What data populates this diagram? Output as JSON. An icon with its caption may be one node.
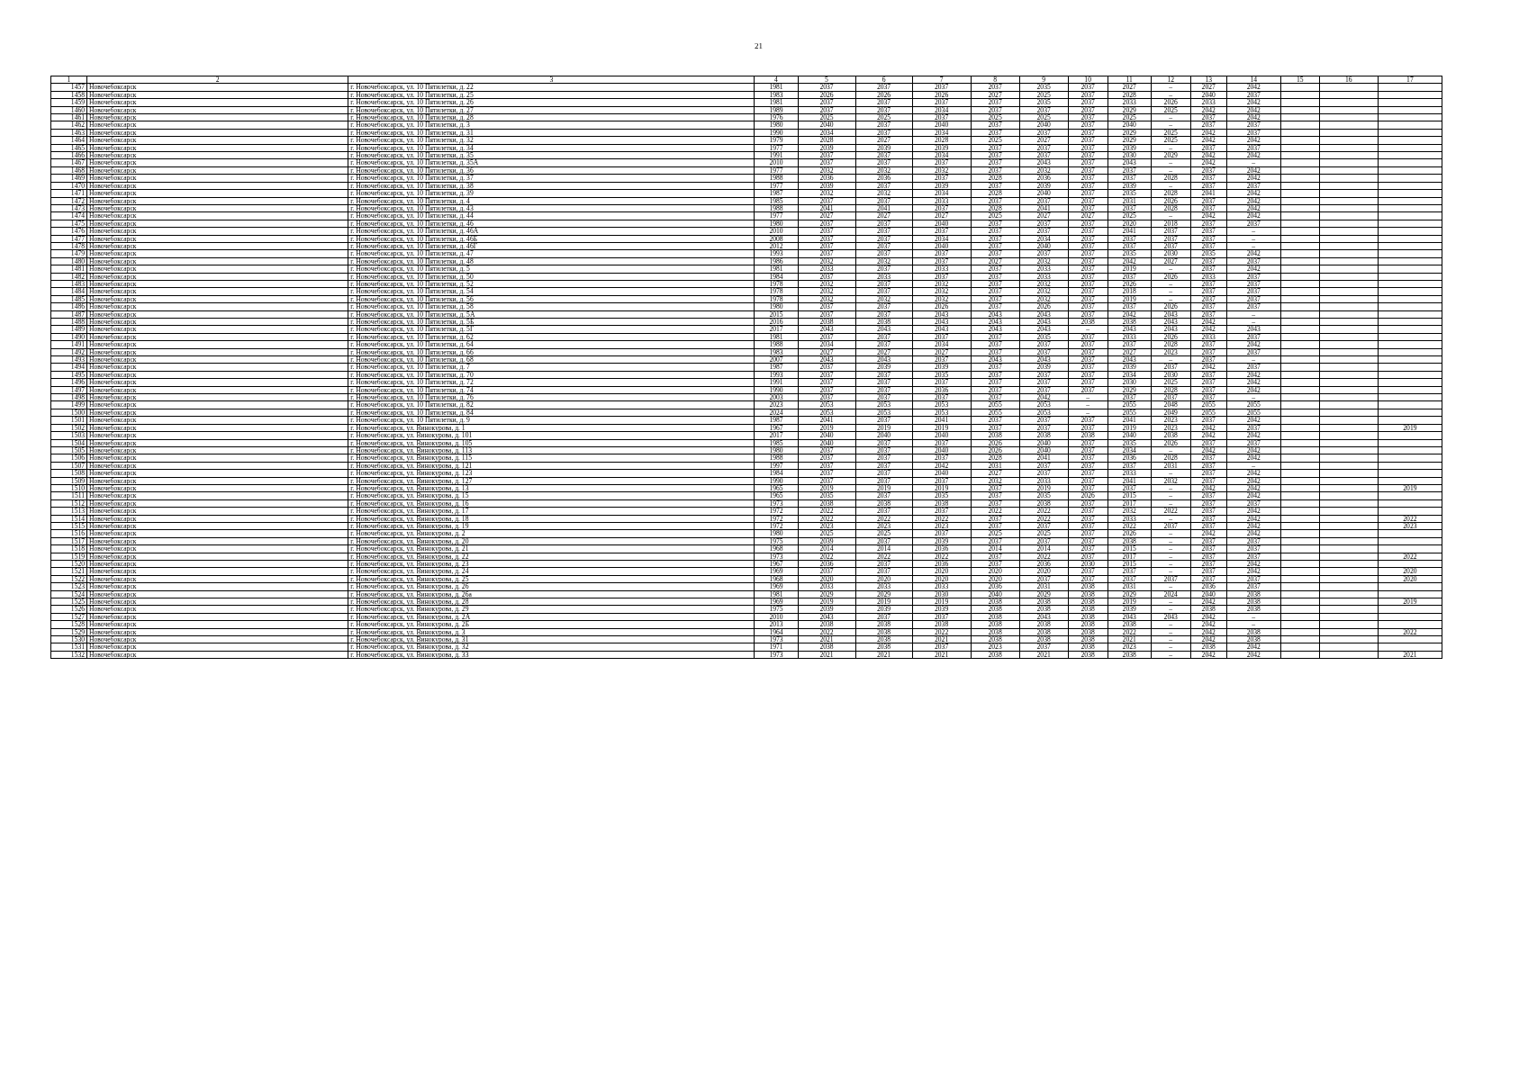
{
  "diagram": {
    "labels": [
      "21",
      "1",
      "2",
      "3",
      "4",
      "5",
      "6",
      "7",
      "8",
      "9",
      "10",
      "11",
      "12",
      "13",
      "14",
      "15",
      "16",
      "17",
      "1457",
      "Новочебоксарск",
      "г. Новочебоксарск, ул. 10 Пятилетки, д. 22",
      "1981",
      "2037",
      "2037",
      "2037",
      "2037",
      "2035",
      "2037",
      "2027",
      "–",
      "2027",
      "2042",
      "1458",
      "Новочебоксарск",
      "г. Новочебоксарск, ул. 10 Пятилетки, д. 25",
      "1983",
      "2026",
      "2026",
      "2026",
      "2027",
      "2025",
      "2037",
      "2028",
      "–",
      "2040",
      "2037",
      "1459",
      "Новочебоксарск",
      "г. Новочебоксарск, ул. 10 Пятилетки, д. 26",
      "1981",
      "2037",
      "2037",
      "2037",
      "2037",
      "2035",
      "2037",
      "2033",
      "2026",
      "2033",
      "2042",
      "1460",
      "Новочебоксарск",
      "г. Новочебоксарск, ул. 10 Пятилетки, д. 27",
      "1989",
      "2037",
      "2037",
      "2034",
      "2037",
      "2037",
      "2037",
      "2029",
      "2025",
      "2042",
      "2042",
      "1461",
      "Новочебоксарск",
      "г. Новочебоксарск, ул. 10 Пятилетки, д. 28",
      "1976",
      "2025",
      "2025",
      "2037",
      "2025",
      "2025",
      "2037",
      "2025",
      "–",
      "2037",
      "2042",
      "1462",
      "Новочебоксарск",
      "г. Новочебоксарск, ул. 10 Пятилетки, д. 3",
      "1980",
      "2040",
      "2037",
      "2040",
      "2037",
      "2040",
      "2037",
      "2040",
      "–",
      "2037",
      "2037",
      "1463",
      "Новочебоксарск",
      "г. Новочебоксарск, ул. 10 Пятилетки, д. 31",
      "1990",
      "2034",
      "2037",
      "2034",
      "2037",
      "2037",
      "2037",
      "2029",
      "2025",
      "2042",
      "2037",
      "1464",
      "Новочебоксарск",
      "г. Новочебоксарск, ул. 10 Пятилетки, д. 32",
      "1979",
      "2028",
      "2027",
      "2028",
      "2025",
      "2027",
      "2037",
      "2029",
      "2025",
      "2042",
      "2042",
      "1465",
      "Новочебоксарск",
      "г. Новочебоксарск, ул. 10 Пятилетки, д. 34",
      "1977",
      "2039",
      "2039",
      "2039",
      "2037",
      "2037",
      "2037",
      "2039",
      "–",
      "2037",
      "2037",
      "1466",
      "Новочебоксарск",
      "г. Новочебоксарск, ул. 10 Пятилетки, д. 35",
      "1991",
      "2037",
      "2037",
      "2034",
      "2037",
      "2037",
      "2037",
      "2030",
      "2029",
      "2042",
      "2042",
      "1467",
      "Новочебоксарск",
      "г. Новочебоксарск, ул. 10 Пятилетки, д. 35А",
      "2010",
      "2037",
      "2037",
      "2037",
      "2037",
      "2043",
      "2037",
      "2043",
      "–",
      "2042",
      "–",
      "1468",
      "Новочебоксарск",
      "г. Новочебоксарск, ул. 10 Пятилетки, д. 36",
      "1977",
      "2032",
      "2032",
      "2032",
      "2037",
      "2032",
      "2037",
      "2037",
      "–",
      "2037",
      "2042",
      "1469",
      "Новочебоксарск",
      "г. Новочебоксарск, ул. 10 Пятилетки, д. 37",
      "1988",
      "2036",
      "2036",
      "2037",
      "2028",
      "2036",
      "2037",
      "2037",
      "2028",
      "2037",
      "2042",
      "1470",
      "Новочебоксарск",
      "г. Новочебоксарск, ул. 10 Пятилетки, д. 38",
      "1977",
      "2039",
      "2037",
      "2039",
      "2037",
      "2039",
      "2037",
      "2039",
      "–",
      "2037",
      "2037",
      "1471",
      "Новочебоксарск",
      "г. Новочебоксарск, ул. 10 Пятилетки, д. 39",
      "1987",
      "2032",
      "2032",
      "2034",
      "2028",
      "2040",
      "2037",
      "2035",
      "2028",
      "2041",
      "2042",
      "1472",
      "Новочебоксарск",
      "г. Новочебоксарск, ул. 10 Пятилетки, д. 4",
      "1985",
      "2037",
      "2037",
      "2033",
      "2037",
      "2037",
      "2037",
      "2031",
      "2026",
      "2037",
      "2042",
      "1473",
      "Новочебоксарск",
      "г. Новочебоксарск, ул. 10 Пятилетки, д. 43",
      "1988",
      "2041",
      "2041",
      "2037",
      "2028",
      "2041",
      "2037",
      "2037",
      "2028",
      "2037",
      "2042",
      "1474",
      "Новочебоксарск",
      "г. Новочебоксарск, ул. 10 Пятилетки, д. 44",
      "1977",
      "2027",
      "2027",
      "2027",
      "2025",
      "2027",
      "2027",
      "2025",
      "–",
      "2042",
      "2042",
      "1475",
      "Новочебоксарск",
      "г. Новочебоксарск, ул. 10 Пятилетки, д. 46",
      "1980",
      "2037",
      "2037",
      "2040",
      "2037",
      "2037",
      "2037",
      "2020",
      "2018",
      "2037",
      "2037",
      "1476",
      "Новочебоксарск",
      "г. Новочебоксарск, ул. 10 Пятилетки, д. 46А",
      "2010",
      "2037",
      "2037",
      "2037",
      "2037",
      "2037",
      "2037",
      "2041",
      "2037",
      "2037",
      "–",
      "1477",
      "Новочебоксарск",
      "г. Новочебоксарск, ул. 10 Пятилетки, д. 46Б",
      "2008",
      "2037",
      "2037",
      "2034",
      "2037",
      "2034",
      "2037",
      "2037",
      "2037",
      "2037",
      "–",
      "1478",
      "Новочебоксарск",
      "г. Новочебоксарск, ул. 10 Пятилетки, д. 46Г",
      "2012",
      "2037",
      "2037",
      "2040",
      "2037",
      "2040",
      "2037",
      "2037",
      "2037",
      "2037",
      "–",
      "1479",
      "Новочебоксарск",
      "г. Новочебоксарск, ул. 10 Пятилетки, д. 47",
      "1993",
      "2037",
      "2037",
      "2037",
      "2037",
      "2037",
      "2037",
      "2035",
      "2030",
      "2035",
      "2042",
      "1480",
      "Новочебоксарск",
      "г. Новочебоксарск, ул. 10 Пятилетки, д. 48",
      "1986",
      "2032",
      "2032",
      "2037",
      "2027",
      "2032",
      "2037",
      "2042",
      "2027",
      "2037",
      "2037",
      "1481",
      "Новочебоксарск",
      "г. Новочебоксарск, ул. 10 Пятилетки, д. 5",
      "1981",
      "2033",
      "2037",
      "2033",
      "2037",
      "2033",
      "2037",
      "2019",
      "–",
      "2037",
      "2042",
      "1482",
      "Новочебоксарск",
      "г. Новочебоксарск, ул. 10 Пятилетки, д. 50",
      "1984",
      "2037",
      "2033",
      "2037",
      "2037",
      "2033",
      "2037",
      "2037",
      "2026",
      "2033",
      "2037",
      "1483",
      "Новочебоксарск",
      "г. Новочебоксарск, ул. 10 Пятилетки, д. 52",
      "1978",
      "2032",
      "2037",
      "2032",
      "2037",
      "2032",
      "2037",
      "2026",
      "–",
      "2037",
      "2037",
      "1484",
      "Новочебоксарск",
      "г. Новочебоксарск, ул. 10 Пятилетки, д. 54",
      "1978",
      "2032",
      "2037",
      "2032",
      "2037",
      "2032",
      "2037",
      "2018",
      "–",
      "2037",
      "2037",
      "1485",
      "Новочебоксарск",
      "г. Новочебоксарск, ул. 10 Пятилетки, д. 56",
      "1978",
      "2032",
      "2032",
      "2032",
      "2037",
      "2032",
      "2037",
      "2019",
      "–",
      "2037",
      "2037",
      "1486",
      "Новочебоксарск",
      "г. Новочебоксарск, ул. 10 Пятилетки, д. 58",
      "1980",
      "2037",
      "2037",
      "2026",
      "2037",
      "2026",
      "2037",
      "2037",
      "2026",
      "2037",
      "2037",
      "1487",
      "Новочебоксарск",
      "г. Новочебоксарск, ул. 10 Пятилетки, д. 5А",
      "2015",
      "2037",
      "2037",
      "2043",
      "2043",
      "2043",
      "2037",
      "2042",
      "2043",
      "2037",
      "–",
      "1488",
      "Новочебоксарск",
      "г. Новочебоксарск, ул. 10 Пятилетки, д. 5Б",
      "2016",
      "2038",
      "2038",
      "2043",
      "2043",
      "2043",
      "2038",
      "2038",
      "2043",
      "2042",
      "–",
      "1489",
      "Новочебоксарск",
      "г. Новочебоксарск, ул. 10 Пятилетки, д. 5Г",
      "2017",
      "2043",
      "2043",
      "2043",
      "2043",
      "2043",
      "–",
      "2043",
      "2043",
      "2042",
      "2043",
      "1490",
      "Новочебоксарск",
      "г. Новочебоксарск, ул. 10 Пятилетки, д. 62",
      "1981",
      "2037",
      "2037",
      "2037",
      "2037",
      "2035",
      "2037",
      "2033",
      "2026",
      "2033",
      "2037",
      "1491",
      "Новочебоксарск",
      "г. Новочебоксарск, ул. 10 Пятилетки, д. 64",
      "1988",
      "2034",
      "2037",
      "2034",
      "2037",
      "2037",
      "2037",
      "2037",
      "2028",
      "2037",
      "2042",
      "1492",
      "Новочебоксарск",
      "г. Новочебоксарск, ул. 10 Пятилетки, д. 66",
      "1983",
      "2027",
      "2027",
      "2027",
      "2037",
      "2037",
      "2037",
      "2027",
      "2023",
      "2037",
      "2037",
      "1493",
      "Новочебоксарск",
      "г. Новочебоксарск, ул. 10 Пятилетки, д. 68",
      "2007",
      "2043",
      "2043",
      "2037",
      "2043",
      "2043",
      "2037",
      "2043",
      "–",
      "2037",
      "–",
      "1494",
      "Новочебоксарск",
      "г. Новочебоксарск, ул. 10 Пятилетки, д. 7",
      "1987",
      "2037",
      "2039",
      "2039",
      "2037",
      "2039",
      "2037",
      "2039",
      "2037",
      "2042",
      "2037",
      "1495",
      "Новочебоксарск",
      "г. Новочебоксарск, ул. 10 Пятилетки, д. 70",
      "1993",
      "2037",
      "2037",
      "2035",
      "2037",
      "2037",
      "2037",
      "2034",
      "2030",
      "2037",
      "2042",
      "1496",
      "Новочебоксарск",
      "г. Новочебоксарск, ул. 10 Пятилетки, д. 72",
      "1991",
      "2037",
      "2037",
      "2037",
      "2037",
      "2037",
      "2037",
      "2030",
      "2025",
      "2037",
      "2042",
      "1497",
      "Новочебоксарск",
      "г. Новочебоксарск, ул. 10 Пятилетки, д. 74",
      "1990",
      "2037",
      "2037",
      "2036",
      "2037",
      "2037",
      "2037",
      "2029",
      "2028",
      "2037",
      "2042",
      "1498",
      "Новочебоксарск",
      "г. Новочебоксарск, ул. 10 Пятилетки, д. 76",
      "2003",
      "2037",
      "2037",
      "2037",
      "2037",
      "2042",
      "–",
      "2037",
      "2037",
      "2037",
      "–",
      "1499",
      "Новочебоксарск",
      "г. Новочебоксарск, ул. 10 Пятилетки, д. 82",
      "2023",
      "2053",
      "2053",
      "2053",
      "2055",
      "2053",
      "–",
      "2055",
      "2048",
      "2055",
      "2055",
      "1500",
      "Новочебоксарск",
      "г. Новочебоксарск, ул. 10 Пятилетки, д. 84",
      "2024",
      "2053",
      "2053",
      "2053",
      "2055",
      "2053",
      "–",
      "2055",
      "2049",
      "2055",
      "2055",
      "1501",
      "Новочебоксарск",
      "г. Новочебоксарск, ул. 10 Пятилетки, д. 9",
      "1987",
      "2041",
      "2037",
      "2041",
      "2037",
      "2037",
      "2037",
      "2041",
      "2023",
      "2037",
      "2042",
      "1502",
      "Новочебоксарск",
      "г. Новочебоксарск, ул. Винокурова, д. 1",
      "1967",
      "2019",
      "2019",
      "2019",
      "2037",
      "2037",
      "2037",
      "2019",
      "2023",
      "2042",
      "2037",
      "2019",
      "1503",
      "Новочебоксарск",
      "г. Новочебоксарск, ул. Винокурова, д. 101",
      "2017",
      "2040",
      "2040",
      "2040",
      "2038",
      "2038",
      "2038",
      "2040",
      "2038",
      "2042",
      "2042",
      "1504",
      "Новочебоксарск",
      "г. Новочебоксарск, ул. Винокурова, д. 105",
      "1985",
      "2040",
      "2037",
      "2037",
      "2026",
      "2040",
      "2037",
      "2035",
      "2026",
      "2037",
      "2037",
      "1505",
      "Новочебоксарск",
      "г. Новочебоксарск, ул. Винокурова, д. 113",
      "1980",
      "2037",
      "2037",
      "2040",
      "2026",
      "2040",
      "2037",
      "2034",
      "–",
      "2042",
      "2042",
      "1506",
      "Новочебоксарск",
      "г. Новочебоксарск, ул. Винокурова, д. 115",
      "1988",
      "2037",
      "2037",
      "2037",
      "2028",
      "2041",
      "2037",
      "2036",
      "2028",
      "2037",
      "2042",
      "1507",
      "Новочебоксарск",
      "г. Новочебоксарск, ул. Винокурова, д. 121",
      "1997",
      "2037",
      "2037",
      "2042",
      "2031",
      "2037",
      "2037",
      "2037",
      "2031",
      "2037",
      "–",
      "1508",
      "Новочебоксарск",
      "г. Новочебоксарск, ул. Винокурова, д. 123",
      "1984",
      "2037",
      "2037",
      "2040",
      "2027",
      "2037",
      "2037",
      "2033",
      "–",
      "2037",
      "2042",
      "1509",
      "Новочебоксарск",
      "г. Новочебоксарск, ул. Винокурова, д. 127",
      "1990",
      "2037",
      "2037",
      "2037",
      "2032",
      "2033",
      "2037",
      "2041",
      "2032",
      "2037",
      "2042",
      "1510",
      "Новочебоксарск",
      "г. Новочебоксарск, ул. Винокурова, д. 13",
      "1965",
      "2019",
      "2019",
      "2019",
      "2037",
      "2019",
      "2037",
      "2037",
      "–",
      "2042",
      "2042",
      "2019",
      "1511",
      "Новочебоксарск",
      "г. Новочебоксарск, ул. Винокурова, д. 15",
      "1965",
      "2035",
      "2037",
      "2035",
      "2037",
      "2035",
      "2026",
      "2015",
      "–",
      "2037",
      "2042",
      "1512",
      "Новочебоксарск",
      "г. Новочебоксарск, ул. Винокурова, д. 16",
      "1973",
      "2038",
      "2038",
      "2038",
      "2037",
      "2038",
      "2037",
      "2017",
      "–",
      "2037",
      "2037",
      "1513",
      "Новочебоксарск",
      "г. Новочебоксарск, ул. Винокурова, д. 17",
      "1972",
      "2022",
      "2037",
      "2037",
      "2022",
      "2022",
      "2037",
      "2032",
      "2022",
      "2037",
      "2042",
      "1514",
      "Новочебоксарск",
      "г. Новочебоксарск, ул. Винокурова, д. 18",
      "1972",
      "2022",
      "2022",
      "2022",
      "2037",
      "2022",
      "2037",
      "2033",
      "–",
      "2037",
      "2042",
      "2022",
      "1515",
      "Новочебоксарск",
      "г. Новочебоксарск, ул. Винокурова, д. 19",
      "1972",
      "2023",
      "2023",
      "2023",
      "2037",
      "2037",
      "2037",
      "2022",
      "2037",
      "2037",
      "2042",
      "2023",
      "1516",
      "Новочебоксарск",
      "г. Новочебоксарск, ул. Винокурова, д. 2",
      "1980",
      "2025",
      "2025",
      "2037",
      "2025",
      "2025",
      "2037",
      "2026",
      "–",
      "2042",
      "2042",
      "1517",
      "Новочебоксарск",
      "г. Новочебоксарск, ул. Винокурова, д. 20",
      "1975",
      "2039",
      "2037",
      "2039",
      "2037",
      "2037",
      "2037",
      "2038",
      "–",
      "2037",
      "2037",
      "1518",
      "Новочебоксарск",
      "г. Новочебоксарск, ул. Винокурова, д. 21",
      "1968",
      "2014",
      "2014",
      "2036",
      "2014",
      "2014",
      "2037",
      "2015",
      "–",
      "2037",
      "2037",
      "1519",
      "Новочебоксарск",
      "г. Новочебоксарск, ул. Винокурова, д. 22",
      "1973",
      "2022",
      "2022",
      "2022",
      "2037",
      "2022",
      "2037",
      "2017",
      "–",
      "2037",
      "2037",
      "2022",
      "1520",
      "Новочебоксарск",
      "г. Новочебоксарск, ул. Винокурова, д. 23",
      "1967",
      "2036",
      "2037",
      "2036",
      "2037",
      "2036",
      "2030",
      "2015",
      "–",
      "2037",
      "2042",
      "1521",
      "Новочебоксарск",
      "г. Новочебоксарск, ул. Винокурова, д. 24",
      "1969",
      "2037",
      "2037",
      "2020",
      "2020",
      "2020",
      "2037",
      "2037",
      "–",
      "2037",
      "2042",
      "2020",
      "1522",
      "Новочебоксарск",
      "г. Новочебоксарск, ул. Винокурова, д. 25",
      "1968",
      "2020",
      "2020",
      "2020",
      "2020",
      "2037",
      "2037",
      "2037",
      "2037",
      "2037",
      "2037",
      "2020",
      "1523",
      "Новочебоксарск",
      "г. Новочебоксарск, ул. Винокурова, д. 26",
      "1969",
      "2033",
      "2033",
      "2033",
      "2036",
      "2031",
      "2038",
      "2031",
      "–",
      "2036",
      "2037",
      "1524",
      "Новочебоксарск",
      "г. Новочебоксарск, ул. Винокурова, д. 26а",
      "1981",
      "2029",
      "2029",
      "2030",
      "2040",
      "2029",
      "2038",
      "2029",
      "2024",
      "2040",
      "2038",
      "1525",
      "Новочебоксарск",
      "г. Новочебоксарск, ул. Винокурова, д. 28",
      "1969",
      "2019",
      "2019",
      "2019",
      "2038",
      "2038",
      "2038",
      "2019",
      "–",
      "2042",
      "2038",
      "2019",
      "1526",
      "Новочебоксарск",
      "г. Новочебоксарск, ул. Винокурова, д. 29",
      "1975",
      "2039",
      "2039",
      "2039",
      "2038",
      "2038",
      "2038",
      "2039",
      "–",
      "2038",
      "2038",
      "1527",
      "Новочебоксарск",
      "г. Новочебоксарск, ул. Винокурова, д. 2А",
      "2010",
      "2043",
      "2037",
      "2037",
      "2038",
      "2043",
      "2038",
      "2043",
      "2043",
      "2042",
      "–",
      "1528",
      "Новочебоксарск",
      "г. Новочебоксарск, ул. Винокурова, д. 2Б",
      "2013",
      "2038",
      "2038",
      "2038",
      "2038",
      "2038",
      "2038",
      "2038",
      "–",
      "2042",
      "–",
      "1529",
      "Новочебоксарск",
      "г. Новочебоксарск, ул. Винокурова, д. 3",
      "1964",
      "2022",
      "2038",
      "2022",
      "2038",
      "2038",
      "2038",
      "2022",
      "–",
      "2042",
      "2038",
      "2022",
      "1530",
      "Новочебоксарск",
      "г. Новочебоксарск, ул. Винокурова, д. 31",
      "1973",
      "2021",
      "2038",
      "2021",
      "2038",
      "2038",
      "2038",
      "2021",
      "–",
      "2042",
      "2038",
      "1531",
      "Новочебоксарск",
      "г. Новочебоксарск, ул. Винокурова, д. 32",
      "1971",
      "2038",
      "2038",
      "2037",
      "2023",
      "2037",
      "2038",
      "2023",
      "–",
      "2038",
      "2042",
      "1532",
      "Новочебоксарск",
      "г. Новочебоксарск, ул. Винокурова, д. 33",
      "1973",
      "2021",
      "2021",
      "2021",
      "2038",
      "2021",
      "2038",
      "2038",
      "–",
      "2042",
      "2042",
      "2021"
    ]
  }
}
